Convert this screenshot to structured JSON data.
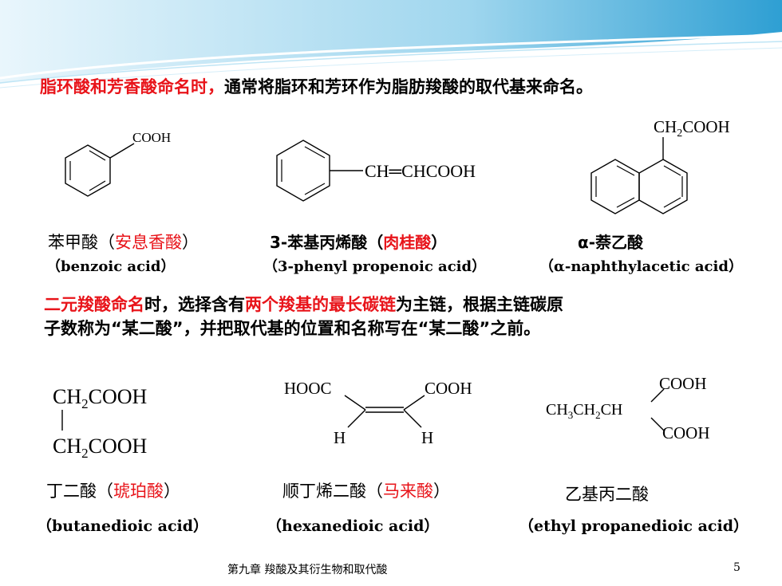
{
  "intro": {
    "red": "脂环酸和芳香酸命名时，",
    "black": "通常将脂环和芳环作为脂肪羧酸的取代基来命名。"
  },
  "examples1": [
    {
      "cn_pre": "苯甲酸（",
      "cn_red": "安息香酸",
      "cn_post": "）",
      "en": "（benzoic acid）",
      "formula": "COOH"
    },
    {
      "cn_pre": "3-苯基丙烯酸（",
      "cn_red": "肉桂酸",
      "cn_post": "）",
      "en": "（3-phenyl propenoic acid）",
      "formula": "CH═CHCOOH"
    },
    {
      "cn_pre": "α-萘乙酸",
      "cn_red": "",
      "cn_post": "",
      "en": "（α-naphthylacetic acid）",
      "formula_main": "CH",
      "formula_sub": "2",
      "formula_tail": "COOH"
    }
  ],
  "para2": {
    "line1_red1": "二元羧酸命名",
    "line1_black1": "时，选择含有",
    "line1_red2": "两个羧基的最长碳链",
    "line1_black2": "为主链，根据主链碳原",
    "line2": "子数称为“某二酸”，并把取代基的位置和名称写在“某二酸”之前。"
  },
  "examples2": [
    {
      "cn_pre": "丁二酸（",
      "cn_red": "琥珀酸",
      "cn_post": "）",
      "en": "（butanedioic acid）"
    },
    {
      "cn_pre": "顺丁烯二酸（",
      "cn_red": "马来酸",
      "cn_post": "）",
      "en": "（hexanedioic acid）"
    },
    {
      "cn_pre": "乙基丙二酸",
      "cn_red": "",
      "cn_post": "",
      "en": "（ethyl propanedioic acid）"
    }
  ],
  "formulas2": {
    "succinic_top_a": "CH",
    "succinic_top_sub": "2",
    "succinic_top_b": "COOH",
    "succinic_bot_a": "CH",
    "succinic_bot_sub": "2",
    "succinic_bot_b": "COOH",
    "maleic_left": "HOOC",
    "maleic_right": "COOH",
    "maleic_h1": "H",
    "maleic_h2": "H",
    "ethyl_chain_a": "CH",
    "ethyl_chain_sub1": "3",
    "ethyl_chain_b": "CH",
    "ethyl_chain_sub2": "2",
    "ethyl_chain_c": "CH",
    "ethyl_top": "COOH",
    "ethyl_bottom": "COOH"
  },
  "footer": {
    "chapter": "第九章 羧酸及其衍生物和取代酸",
    "page": "5"
  },
  "colors": {
    "accent_red": "#e8141a",
    "header_blue": "#3fa9d9"
  }
}
